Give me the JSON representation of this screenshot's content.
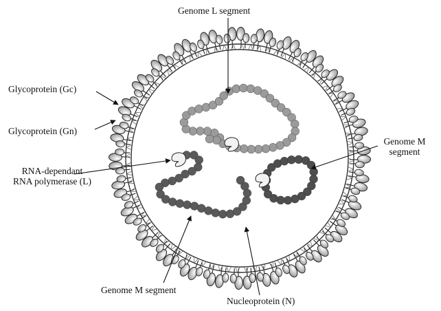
{
  "labels": {
    "genome_l": "Genome L segment",
    "glyco_gc": "Glycoprotein (Gc)",
    "glyco_gn": "Glycoprotein (Gn)",
    "rdrp_line1": "RNA-dependant",
    "rdrp_line2": "RNA polymerase (L)",
    "genome_m_right_line1": "Genome M",
    "genome_m_right_line2": "segment",
    "genome_m_bottom": "Genome M segment",
    "nucleoprotein": "Nucleoprotein (N)"
  },
  "colors": {
    "l_segment": "#9b9b9b",
    "m_segment": "#5a5a5a",
    "m2_segment": "#4e4e4e",
    "membrane": "#333333",
    "glycoprotein_fill": "#d6d6d6",
    "glycoprotein_edge": "#222222"
  }
}
